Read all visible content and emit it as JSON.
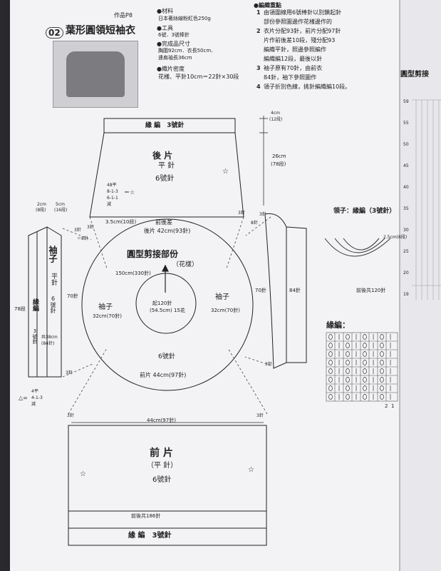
{
  "header": {
    "number": "02",
    "title": "葉形圓領短袖衣",
    "badge": "作品P8"
  },
  "specs": {
    "material_label": "●材料",
    "material_value": "日本著絲線粉紅色250g",
    "tools_label": "●工具",
    "tools_value": "6號．3號棒針",
    "size_label": "●完成品尺寸",
    "size_line1": "胸圍92cm．衣長50cm．",
    "size_line2": "連肩袖長36cm",
    "gauge_label": "●織片密度",
    "gauge_value": "花樣、平針10cm＝22針×30段"
  },
  "notes": {
    "title": "●編織重點",
    "items": [
      {
        "num": "1",
        "text": "由領圍線用6號棒針以別鎖起針"
      },
      {
        "num": "",
        "text": "部份參照圖邊作花樣邊作的"
      },
      {
        "num": "2",
        "text": "衣片分配93針，前片分配97針"
      },
      {
        "num": "",
        "text": "片作前後差10段，殘分配93"
      },
      {
        "num": "",
        "text": "編織平針，照邊參照編作"
      },
      {
        "num": "",
        "text": "編織編12段，最後以針"
      },
      {
        "num": "3",
        "text": "袖子原有70針，由前衣"
      },
      {
        "num": "",
        "text": "84針，袖下參照圖作"
      },
      {
        "num": "4",
        "text": "領子折別色線，挑針編織編10段。"
      }
    ]
  },
  "right_page": {
    "title": "圓型剪接",
    "collar_label": "領子：緣編（3號針）",
    "collar_dim": "2.5cm(8段)",
    "collar_stitches": "前後共120針",
    "edge_title": "緣編：",
    "chart_nums": [
      "2",
      "1"
    ],
    "axis_nums": [
      "59",
      "55",
      "50",
      "45",
      "40",
      "35",
      "30",
      "25",
      "20",
      "19"
    ]
  },
  "back_piece": {
    "edge_label": "緣 編　3號針",
    "name": "後 片",
    "stitch": "平 針",
    "needle": "6號針",
    "dec_rule": [
      "48平",
      "8-1-3",
      "6-1-1",
      "減"
    ],
    "dec_suffix": "＝☆",
    "height_top": "4cm",
    "height_top_rows": "(12段)",
    "height_body": "26cm",
    "height_body_rows": "(78段)",
    "bottom_dim": "後片 42cm(93針)",
    "rows_3": "3針",
    "rows_8": "8針",
    "front_back_diff": "3.5cm(10段)",
    "front_back_label": "前後差"
  },
  "yoke": {
    "title": "圓型剪接部份",
    "subtitle": "（花樣）",
    "outer": "150cm(330針)",
    "inner_label": "起120針",
    "inner_dim": "(54.5cm) 15花",
    "sleeve_left": "袖子",
    "sleeve_left_dim": "32cm(70針)",
    "sleeve_right": "袖子",
    "sleeve_right_dim": "32cm(70針)",
    "needle": "6號針",
    "front_dim": "前片 44cm(97針)"
  },
  "left_sleeve": {
    "width_2cm": "2cm",
    "rows_8": "(8段)",
    "width_5cm": "5cm",
    "rows_16": "(16段)",
    "name": "袖子",
    "stitch": "平針",
    "needle": "6號針",
    "edge": "緣編",
    "edge_needle": "3號針",
    "sts_70": "70針",
    "height": "78段",
    "rows_38": "共38cm",
    "rows_84": "(84針)",
    "dec3": "3針",
    "eq8": "＝8針",
    "dec_rule": [
      "4平",
      "4-1-3",
      "減"
    ],
    "triangle": "△="
  },
  "right_sleeve": {
    "sts_70": "70針",
    "sts_84": "84針",
    "rows_3": "3針",
    "rows_8": "8針"
  },
  "front_piece": {
    "top_dim": "44cm(97針)",
    "name": "前 片",
    "stitch": "（平 針）",
    "needle": "6號針",
    "total": "前後共186針",
    "edge_label": "緣 編　3號針",
    "side_3": "3針"
  }
}
